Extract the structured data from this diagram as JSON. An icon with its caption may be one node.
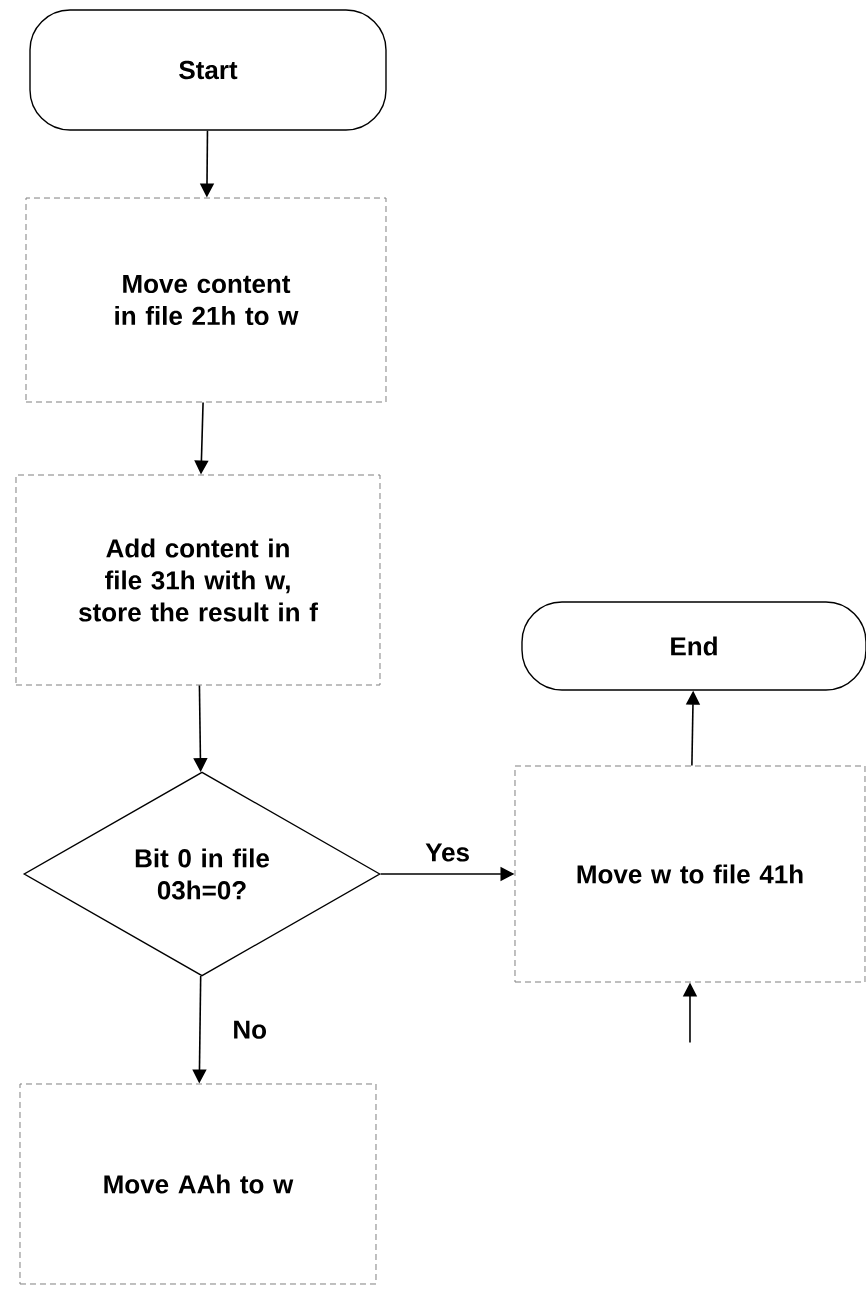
{
  "diagram": {
    "nodes": [
      {
        "text": [
          "Start"
        ]
      },
      {
        "text": [
          "Move content in file 21h to w"
        ]
      },
      {
        "text": [
          "Add content in file 31h with w, store the result in f"
        ]
      },
      {
        "text": [
          "Bit 0 in file 03h=0?"
        ]
      },
      {
        "text": [
          "Move w to file 41h"
        ]
      },
      {
        "text": [
          "Move AAh to w"
        ]
      },
      {
        "text": [
          "End"
        ]
      }
    ],
    "edges": [
      {
        "from": 0,
        "to": 1,
        "arrow": "to"
      },
      {
        "from": 1,
        "to": 2,
        "arrow": "to"
      },
      {
        "from": 2,
        "to": 3,
        "arrow": "to"
      },
      {
        "from": 3,
        "to": 4,
        "arrow": "to",
        "label": "Yes"
      },
      {
        "from": 3,
        "to": 5,
        "arrow": "to",
        "label": "No"
      },
      {
        "from": 4,
        "to": 6,
        "arrow": "to"
      },
      {
        "from": null,
        "to": 4,
        "arrow": "to"
      }
    ]
  }
}
